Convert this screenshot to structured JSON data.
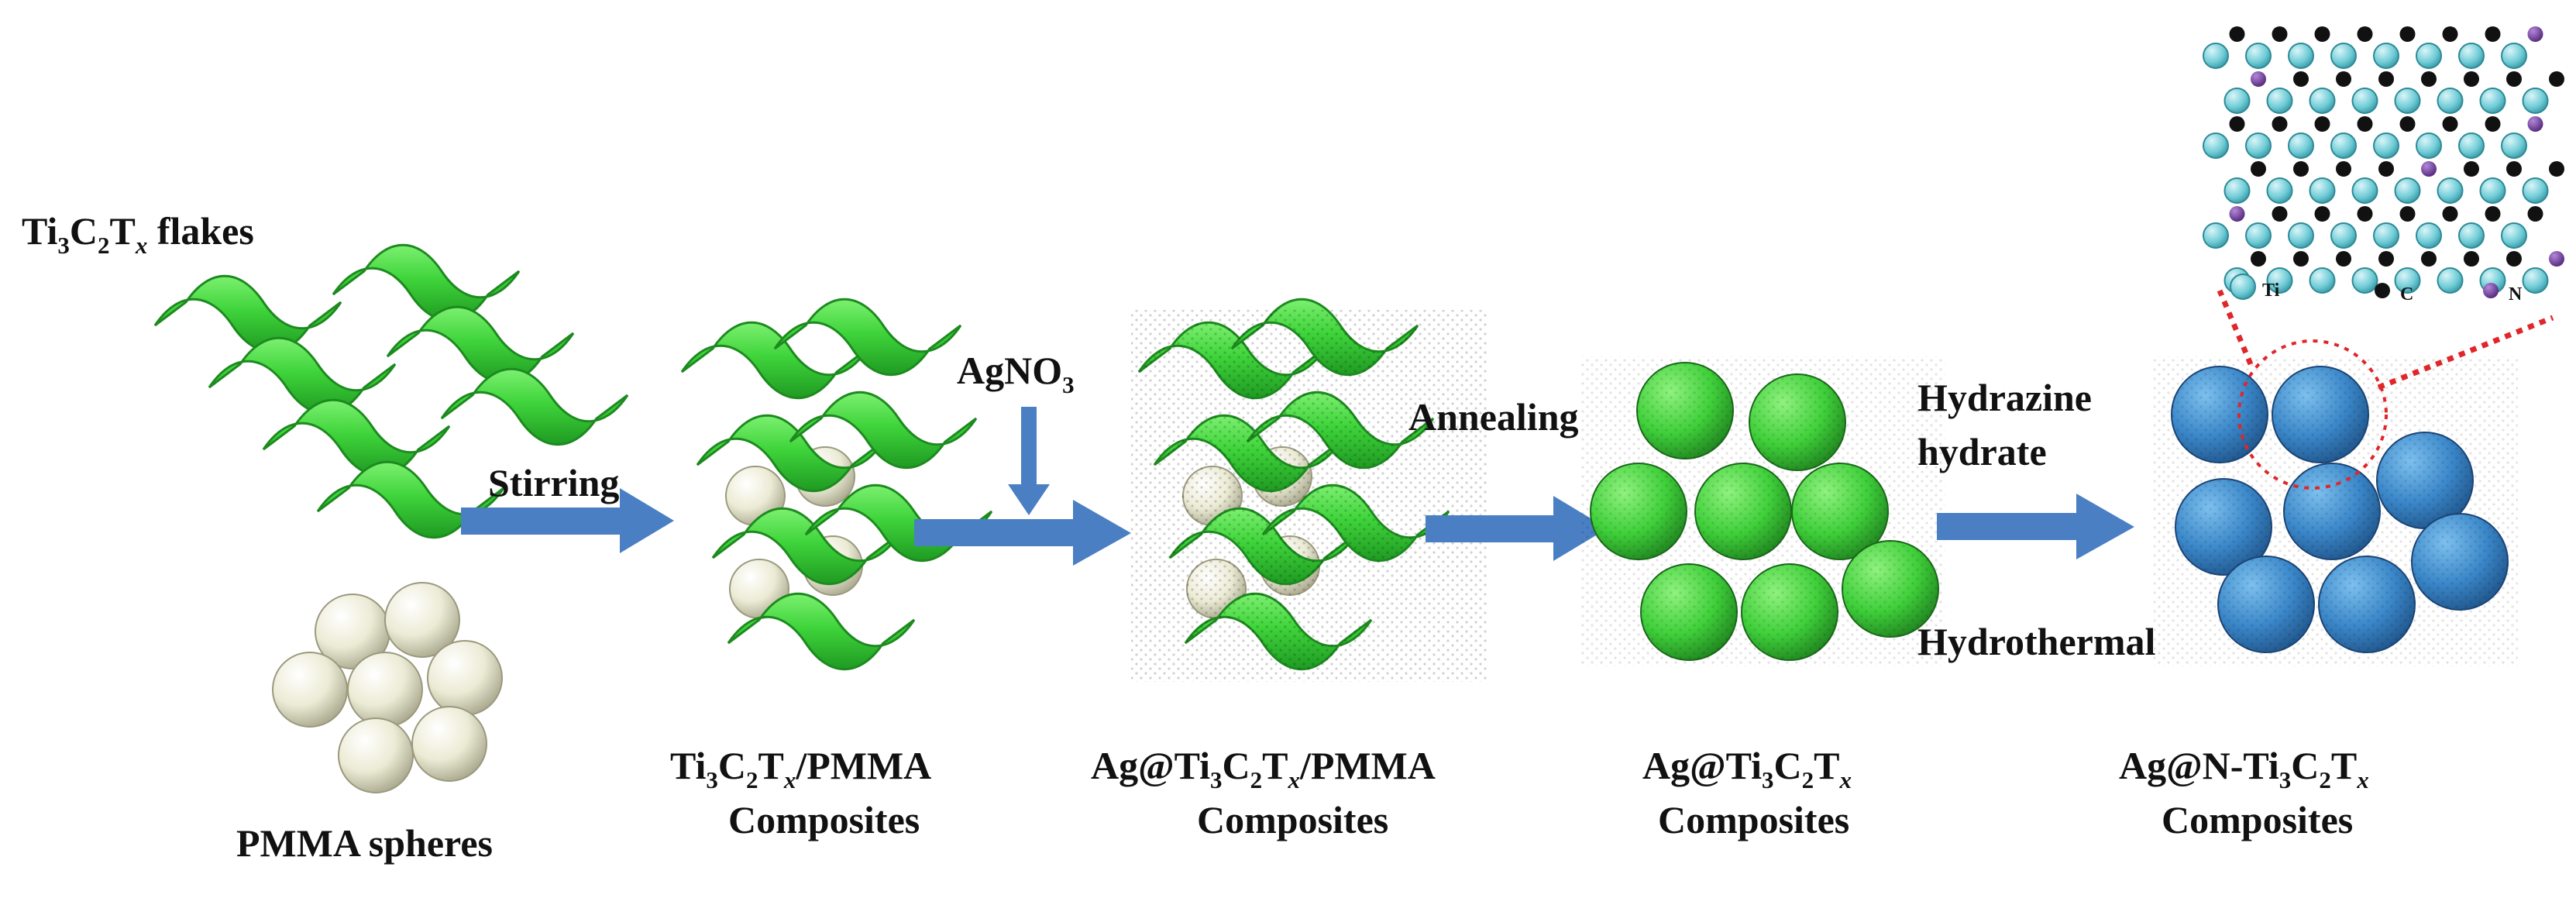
{
  "labels": {
    "flakes_main": "Ti",
    "flakes_s1": "3",
    "flakes_c": "C",
    "flakes_s2": "2",
    "flakes_t": "T",
    "flakes_x": "x",
    "flakes_tail": " flakes",
    "pmma_spheres": "PMMA spheres",
    "stirring": "Stirring",
    "agno3_main": "AgNO",
    "agno3_sub": "3",
    "annealing": "Annealing",
    "hydrazine_l1": "Hydrazine",
    "hydrazine_l2": "hydrate",
    "hydrothermal": "Hydrothermal",
    "comp1_pre": "Ti",
    "comp1_s1": "3",
    "comp1_c": "C",
    "comp1_s2": "2",
    "comp1_t": "T",
    "comp1_x": "x",
    "comp1_tail": "/PMMA",
    "comp2_pre": "Ag@Ti",
    "comp2_s1": "3",
    "comp2_c": "C",
    "comp2_s2": "2",
    "comp2_t": "T",
    "comp2_x": "x",
    "comp2_tail": "/PMMA",
    "comp3_pre": "Ag@Ti",
    "comp3_s1": "3",
    "comp3_c": "C",
    "comp3_s2": "2",
    "comp3_t": "T",
    "comp3_x": "x",
    "comp4_pre": "Ag@N-Ti",
    "comp4_s1": "3",
    "comp4_c": "C",
    "comp4_s2": "2",
    "comp4_t": "T",
    "comp4_x": "x",
    "composites": "Composites",
    "legend_ti": "Ti",
    "legend_c": "C",
    "legend_n": "N"
  },
  "colors": {
    "flake_green": "#3fd43b",
    "sphere_cream": "#ecebd5",
    "sphere_blue": "#3a86c8",
    "arrow_blue": "#4a7fc4",
    "atom_ti": "#6ecbd6",
    "atom_c": "#111111",
    "atom_n": "#6a3a9a",
    "dotted_red": "#e0262a"
  },
  "icons": [
    "flow-arrow-icon",
    "ti-atom-icon",
    "c-atom-icon",
    "n-atom-icon",
    "zoom-circle-icon"
  ]
}
